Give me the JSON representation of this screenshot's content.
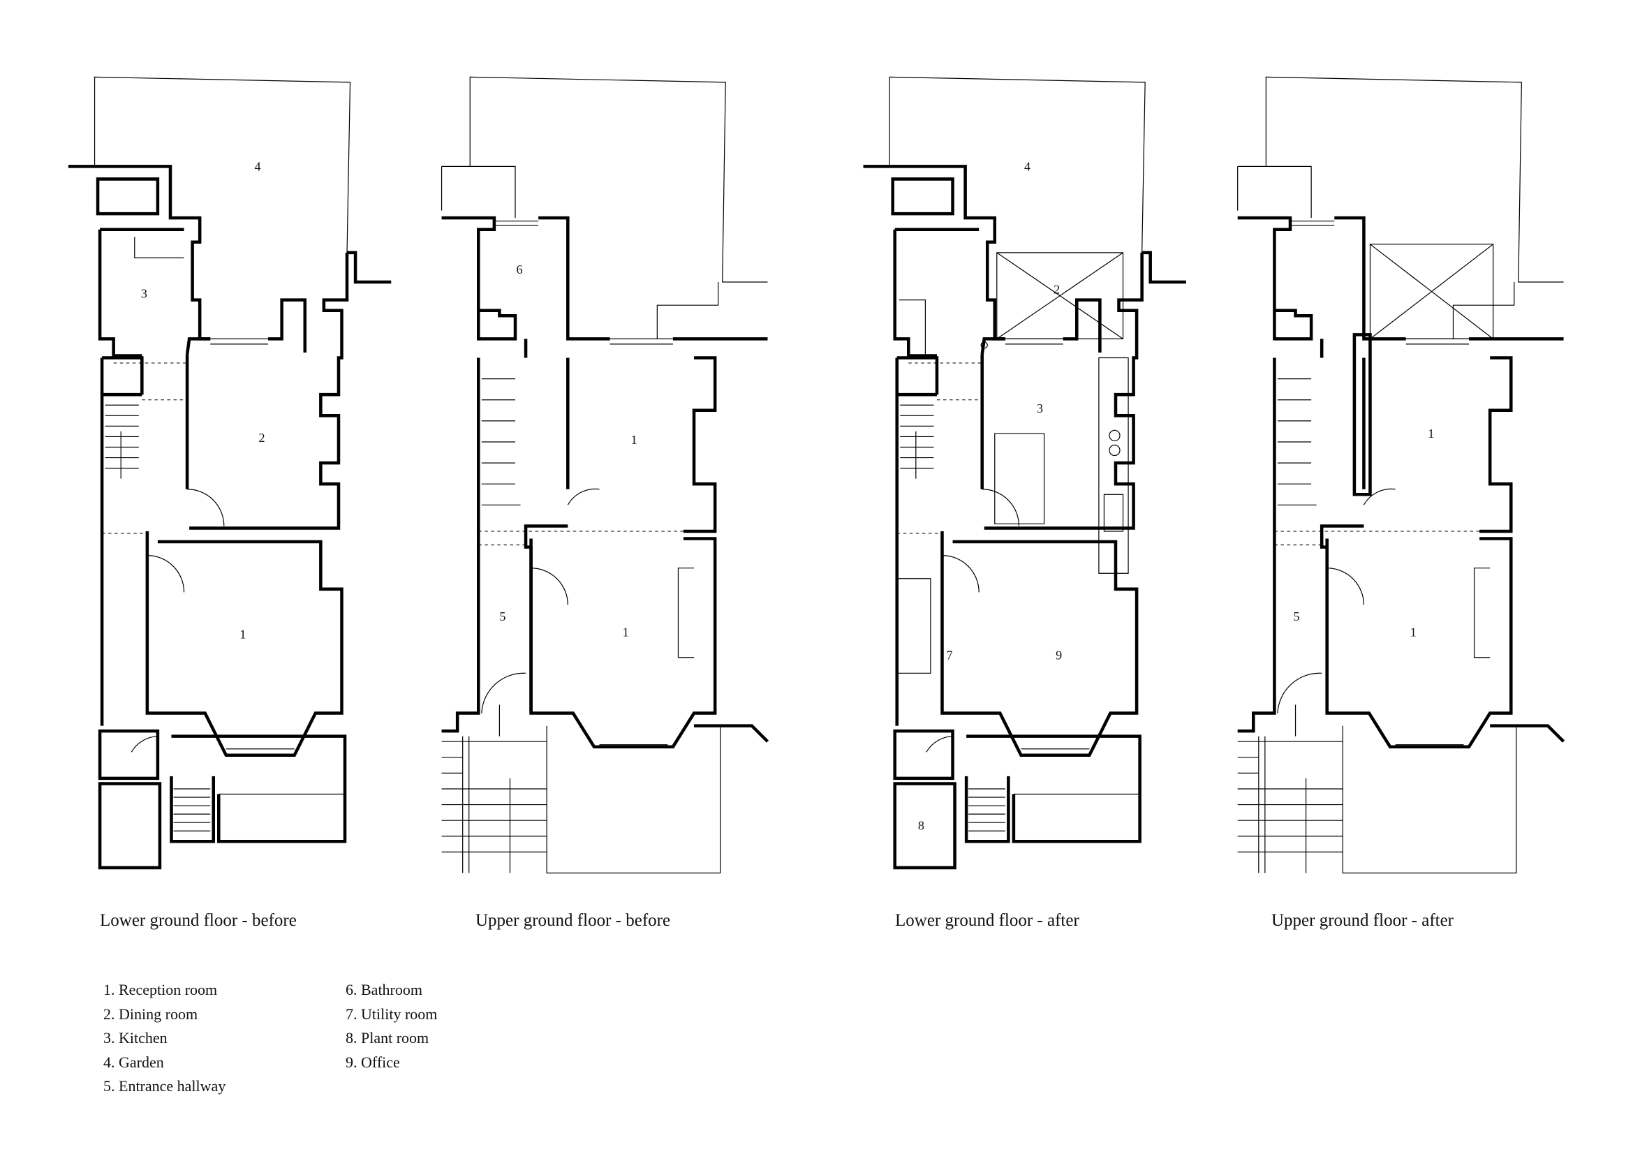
{
  "plans": [
    {
      "caption": "Lower ground floor - before",
      "labels": [
        "4",
        "3",
        "2",
        "1"
      ]
    },
    {
      "caption": "Upper ground floor - before",
      "labels": [
        "6",
        "1",
        "5",
        "1"
      ]
    },
    {
      "caption": "Lower ground floor - after",
      "labels": [
        "4",
        "2",
        "3",
        "7",
        "9",
        "8"
      ]
    },
    {
      "caption": "Upper ground floor - after",
      "labels": [
        "1",
        "5",
        "1"
      ]
    }
  ],
  "legend": {
    "col1": [
      "1. Reception room",
      "2. Dining room",
      "3. Kitchen",
      "4. Garden",
      "5. Entrance hallway"
    ],
    "col2": [
      "6. Bathroom",
      "7. Utility room",
      "8. Plant room",
      "9. Office"
    ]
  }
}
